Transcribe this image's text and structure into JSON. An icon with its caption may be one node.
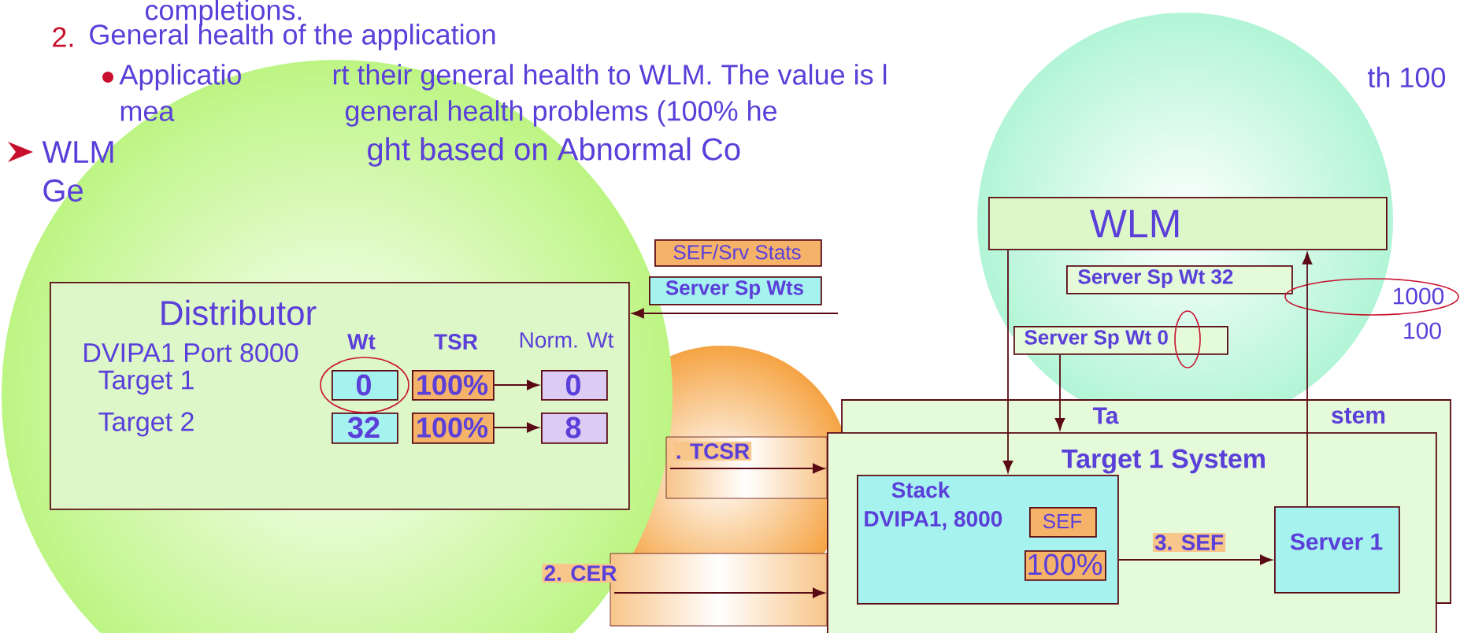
{
  "diagram": {
    "nodes": [
      {
        "text": [
          "Distributor",
          "DVIPA1 Port 8000"
        ]
      },
      {
        "text": [
          "0"
        ],
        "in": 0
      },
      {
        "text": [
          "100%"
        ],
        "in": 0
      },
      {
        "text": [
          "0"
        ],
        "in": 0
      },
      {
        "text": [
          "32"
        ],
        "in": 0
      },
      {
        "text": [
          "100%"
        ],
        "in": 0
      },
      {
        "text": [
          "8"
        ],
        "in": 0
      },
      {
        "text": [
          "SEF/Srv Stats"
        ]
      },
      {
        "text": [
          "Server Sp Wts"
        ]
      },
      {
        "text": [
          "WLM"
        ]
      },
      {
        "text": [
          "Server Sp Wt 32"
        ]
      },
      {
        "text": [
          "Server Sp Wt 0"
        ]
      },
      {
        "text": [
          "Target 1 System"
        ]
      },
      {
        "text": [
          "Stack",
          "DVIPA1, 8000"
        ],
        "in": 12
      },
      {
        "text": [
          "SEF"
        ],
        "in": 13
      },
      {
        "text": [
          "100%"
        ],
        "in": 13
      },
      {
        "text": [
          "Server 1"
        ],
        "in": 12
      }
    ],
    "edges": [
      {
        "from": null,
        "to": 0,
        "arrow": "to"
      },
      {
        "from": null,
        "to": 12,
        "arrow": "to",
        "label": ". TCSR"
      },
      {
        "from": null,
        "to": 12,
        "arrow": "to",
        "label": "2. CER"
      },
      {
        "from": 2,
        "to": 3,
        "arrow": "to"
      },
      {
        "from": 5,
        "to": 6,
        "arrow": "to"
      },
      {
        "from": 9,
        "to": 13,
        "arrow": "to"
      },
      {
        "from": 16,
        "to": 9,
        "arrow": "to"
      },
      {
        "from": 13,
        "to": 16,
        "arrow": "to",
        "label": "3. SEF"
      },
      {
        "from": 11,
        "to": 12,
        "arrow": "to"
      }
    ],
    "labels": [
      "completions.",
      "2.",
      "General health of the application",
      "Applicatio",
      "rt their general health to WLM. The value is l",
      "th 100",
      "mea",
      "general health problems (100% he",
      "WLM",
      "ght based on Abnormal Co",
      "Ge",
      "Target 1",
      "Target 2",
      "Wt",
      "TSR",
      "Norm. Wt",
      "1000",
      "100",
      "Ta",
      "stem"
    ]
  }
}
